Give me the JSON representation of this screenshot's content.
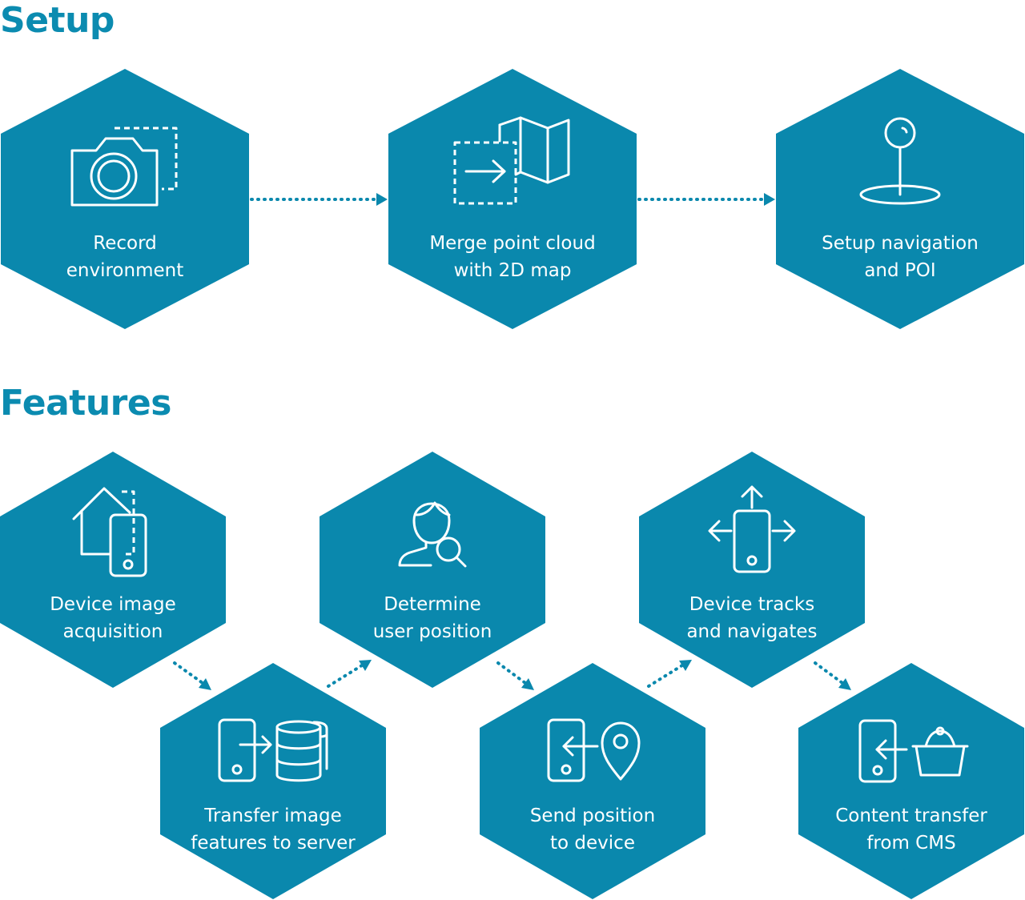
{
  "sections": {
    "setup_title": "Setup",
    "features_title": "Features"
  },
  "colors": {
    "accent": "#0a88ad",
    "text_on_accent": "#ffffff"
  },
  "setup_steps": [
    {
      "icon": "camera-icon",
      "line1": "Record",
      "line2": "environment"
    },
    {
      "icon": "map-merge-icon",
      "line1": "Merge point cloud",
      "line2": "with 2D map"
    },
    {
      "icon": "pin-icon",
      "line1": "Setup navigation",
      "line2": "and POI"
    }
  ],
  "feature_steps": [
    {
      "icon": "house-phone-icon",
      "line1": "Device image",
      "line2": "acquisition"
    },
    {
      "icon": "phone-database-icon",
      "line1": "Transfer image",
      "line2": "features to server"
    },
    {
      "icon": "user-search-icon",
      "line1": "Determine",
      "line2": "user position"
    },
    {
      "icon": "phone-location-icon",
      "line1": "Send position",
      "line2": "to device"
    },
    {
      "icon": "phone-arrows-icon",
      "line1": "Device tracks",
      "line2": "and navigates"
    },
    {
      "icon": "phone-basket-icon",
      "line1": "Content transfer",
      "line2": "from CMS"
    }
  ]
}
